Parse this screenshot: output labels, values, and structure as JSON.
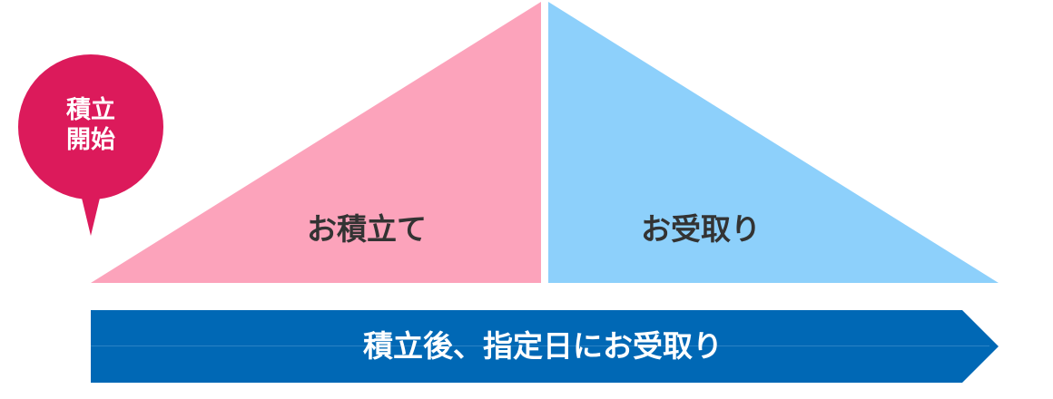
{
  "diagram": {
    "bubble": {
      "line1": "積立",
      "line2": "開始",
      "color": "#dc1a5b"
    },
    "triangles": [
      {
        "label": "お積立て",
        "color": "#fca3bb"
      },
      {
        "label": "お受取り",
        "color": "#8dd0fb"
      }
    ],
    "arrow": {
      "label": "積立後、指定日にお受取り",
      "color": "#0068b5"
    }
  }
}
